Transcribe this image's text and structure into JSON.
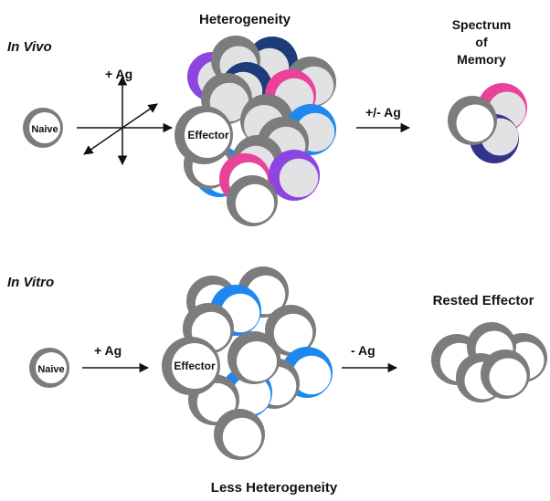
{
  "sections": {
    "in_vivo": {
      "label": "In Vivo",
      "naive_label": "Naive",
      "stimulus": "+ Ag",
      "effector_label": "Effector",
      "cluster_title": "Heterogeneity",
      "transition": "+/- Ag",
      "outcome_title_line1": "Spectrum",
      "outcome_title_line2": "of",
      "outcome_title_line3": "Memory"
    },
    "in_vitro": {
      "label": "In Vitro",
      "naive_label": "Naive",
      "stimulus": "+ Ag",
      "effector_label": "Effector",
      "cluster_caption": "Less Heterogeneity",
      "transition": "- Ag",
      "outcome_title": "Rested Effector"
    }
  },
  "colors": {
    "gray": "#7c7c7c",
    "blue": "#1e88f0",
    "pink": "#e8429a",
    "purple": "#8e44e0",
    "navy": "#1f3c7a",
    "indigo": "#33338c",
    "cell_fill": "#ffffff",
    "cell_fill_shaded": "#e2e2e4"
  }
}
